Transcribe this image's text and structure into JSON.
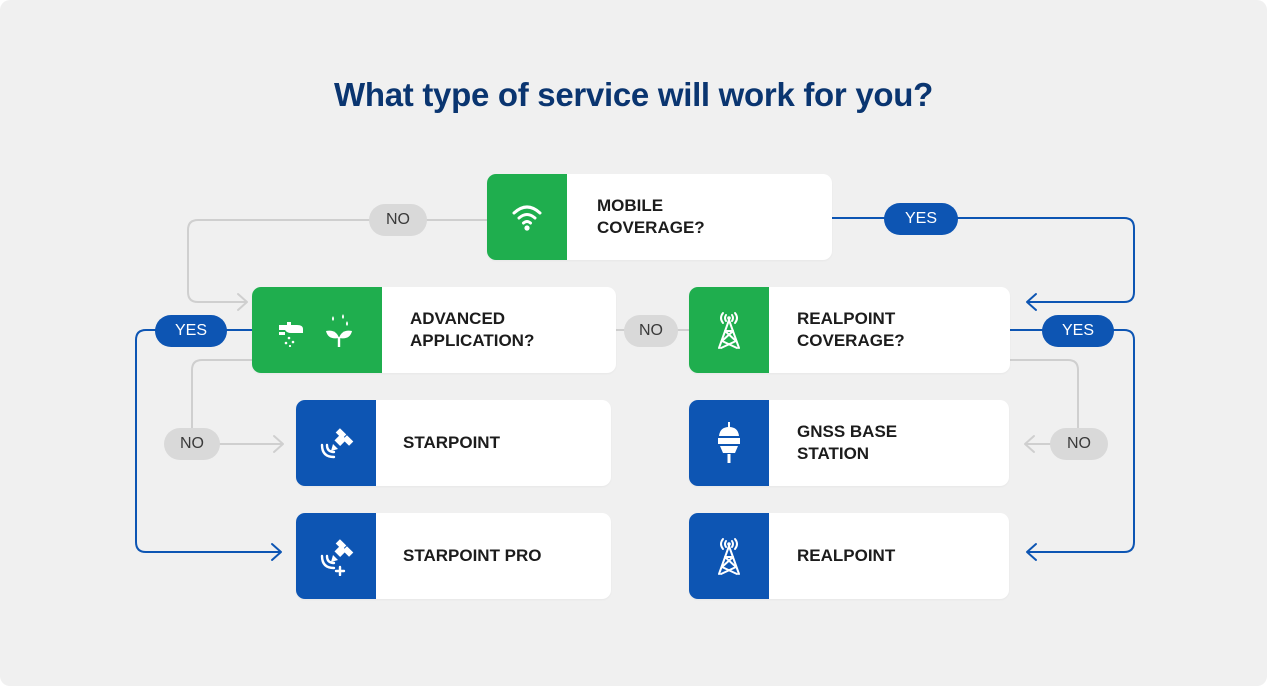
{
  "title": "What type of service will work for you?",
  "nodes": {
    "mobile": {
      "label": "MOBILE COVERAGE?",
      "icon": "wifi-icon"
    },
    "advanced": {
      "label": "ADVANCED APPLICATION?",
      "icon": "sprayer-seedling-icon"
    },
    "realpoint_cov": {
      "label": "REALPOINT COVERAGE?",
      "icon": "radio-tower-icon"
    },
    "starpoint": {
      "label": "STARPOINT",
      "icon": "satellite-icon"
    },
    "gnss": {
      "label": "GNSS BASE STATION",
      "icon": "gnss-receiver-icon"
    },
    "starpoint_pro": {
      "label": "STARPOINT PRO",
      "icon": "satellite-plus-icon"
    },
    "realpoint": {
      "label": "REALPOINT",
      "icon": "radio-tower-icon"
    }
  },
  "edges": {
    "mobile_no": "NO",
    "mobile_yes": "YES",
    "advanced_yes": "YES",
    "advanced_no": "NO",
    "realpoint_no_to_advanced": "NO",
    "realpoint_yes": "YES",
    "realpoint_no_to_gnss": "NO"
  },
  "colors": {
    "green": "#1fae4e",
    "blue": "#0d55b3",
    "title": "#0a3570",
    "connector_grey": "#cfcfcf",
    "pill_grey": "#d9d9d9",
    "background": "#f0f0f0"
  }
}
